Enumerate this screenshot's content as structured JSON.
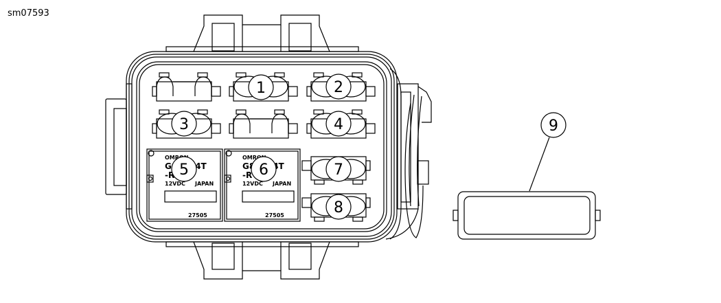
{
  "figure_id": "sm07593",
  "callouts": [
    "1",
    "2",
    "3",
    "4",
    "5",
    "6",
    "7",
    "8",
    "9"
  ],
  "relays": [
    {
      "brand": "OMRON",
      "model": "G8    A4T",
      "suffix": "-R",
      "voltage": "12VDC",
      "origin": "JAPAN",
      "part_number": "27505"
    },
    {
      "brand": "OMRON",
      "model": "G8    A4T",
      "suffix": "-R",
      "voltage": "12VDC",
      "origin": "JAPAN",
      "part_number": "27505"
    }
  ]
}
